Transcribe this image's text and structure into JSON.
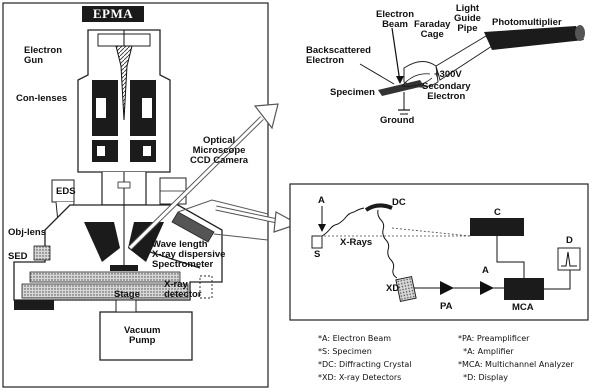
{
  "title": "EPMA",
  "column": {
    "electron_gun": "Electron\nGun",
    "con_lenses": "Con-lenses",
    "optical": "Optical\nMicroscope\nCCD Camera",
    "eds": "EDS",
    "obj_lens": "Obj-lens",
    "sed": "SED",
    "wds": "Wave length\nX-ray dispersive\nSpectrometer",
    "stage": "Stage",
    "xray_detector": "X-ray\ndetector",
    "vacuum_pump": "Vacuum\nPump"
  },
  "sed_inset": {
    "electron_beam": "Electron\nBeam",
    "faraday_cage": "Faraday\nCage",
    "light_guide_pipe": "Light\nGuide\nPipe",
    "photomultiplier": "Photomultiplier",
    "backscattered": "Backscattered\nElectron",
    "voltage": "+300V",
    "specimen": "Specimen",
    "secondary": "Secondary\nElectron",
    "ground": "Ground"
  },
  "wds_inset": {
    "a": "A",
    "dc": "DC",
    "c": "C",
    "d": "D",
    "xrays": "X-Rays",
    "s": "S",
    "xd": "XD",
    "pa": "PA",
    "amp": "A",
    "mca": "MCA"
  },
  "legend": {
    "left": [
      "*A: Electron Beam",
      "*S: Specimen",
      "*DC: Diffracting Crystal",
      "*XD: X-ray Detectors"
    ],
    "right": [
      "*PA: Preamplificer",
      "  *A: Amplifier",
      "*MCA: Multichannel Analyzer",
      "  *D: Display"
    ]
  }
}
